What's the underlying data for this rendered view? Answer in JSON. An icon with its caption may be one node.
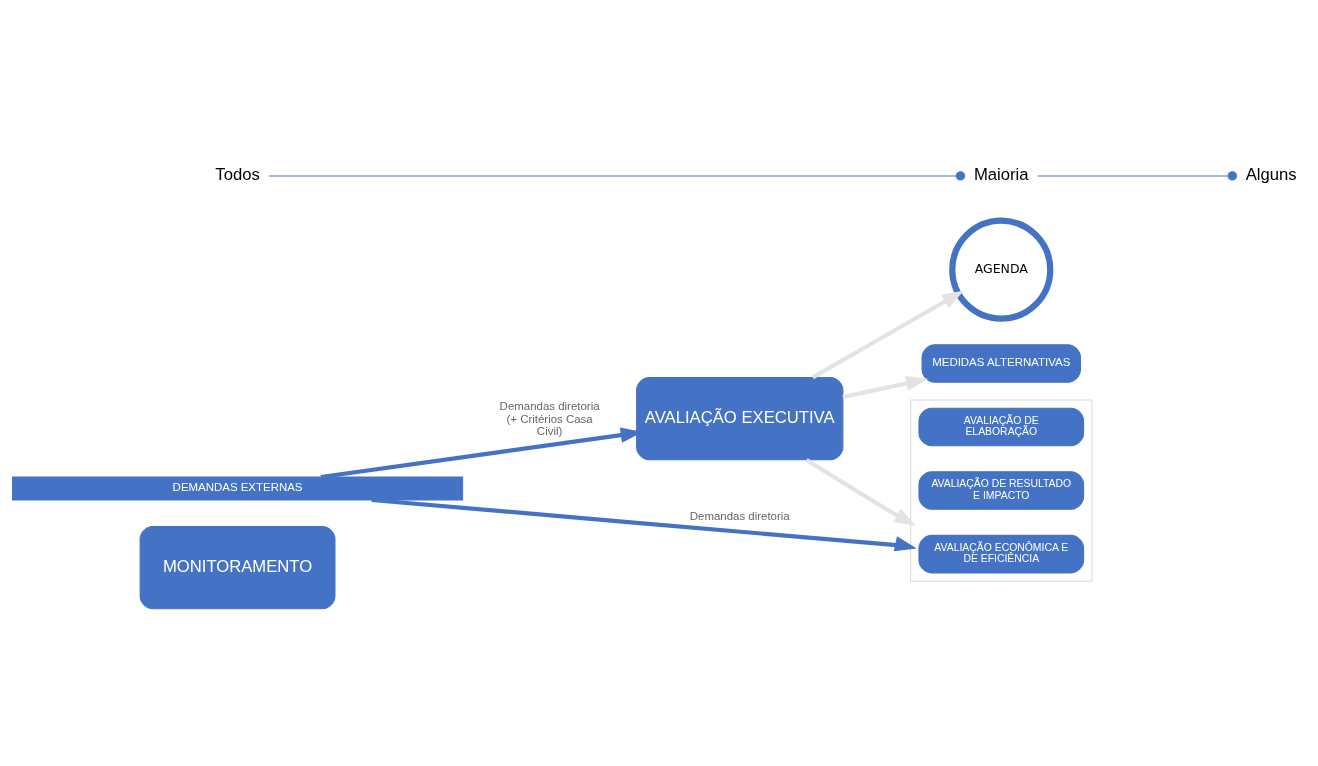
{
  "diagram": {
    "nodes": [
      {
        "text": [
          "MONITORAMENTO"
        ]
      },
      {
        "text": [
          "AVALIAÇÃO EXECUTIVA"
        ]
      },
      {
        "text": [
          "AGENDA"
        ]
      },
      {
        "text": [
          "MEDIDAS ALTERNATIVAS"
        ]
      },
      {
        "text": [],
        "shape": "box"
      },
      {
        "text": [
          "AVALIAÇÃO DE ELABORAÇÃO"
        ],
        "in": 4
      },
      {
        "text": [
          "AVALIAÇÃO DE RESULTADO E IMPACTO"
        ],
        "in": 4
      },
      {
        "text": [
          "AVALIAÇÃO ECONÔMICA E DE EFICIÊNCIA"
        ],
        "in": 4
      },
      {
        "text": [
          "DEMANDAS EXTERNAS"
        ]
      }
    ],
    "edges": [
      {
        "from": 1,
        "to": 2,
        "arrow": "to",
        "color": "#e3e3e3"
      },
      {
        "from": 1,
        "to": 3,
        "arrow": "to",
        "color": "#e3e3e3"
      },
      {
        "from": 1,
        "to": 4,
        "arrow": "to",
        "color": "#e3e3e3"
      },
      {
        "from": 8,
        "to": 1,
        "arrow": "to",
        "label": "Demandas diretoria (+ Critérios Casa Civil)",
        "color": "#4472c4"
      },
      {
        "from": 8,
        "to": 4,
        "arrow": "to",
        "label": "Demandas diretoria",
        "color": "#4472c4"
      }
    ],
    "labels": [
      "Todos",
      "Maioria",
      "Alguns"
    ]
  }
}
